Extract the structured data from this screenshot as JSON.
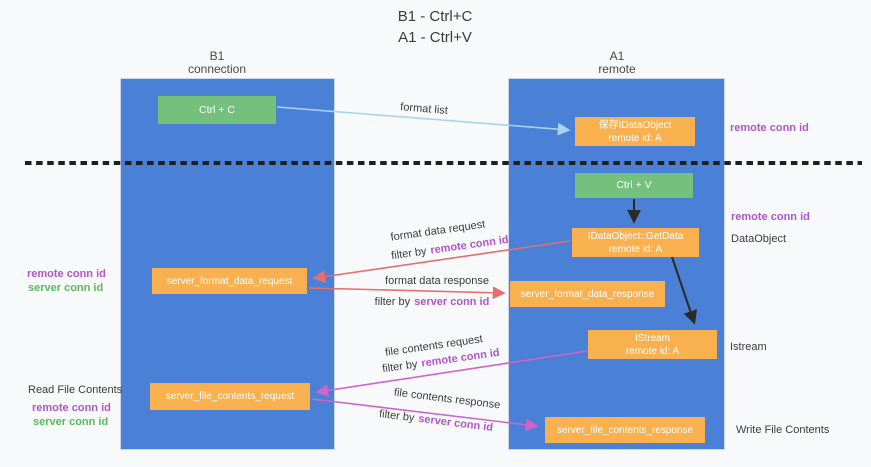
{
  "title": {
    "lines": [
      "B1 - Ctrl+C",
      "A1 - Ctrl+V"
    ]
  },
  "lanes": {
    "left": {
      "name": "B1",
      "subtitle": "connection"
    },
    "right": {
      "name": "A1",
      "subtitle": "remote"
    }
  },
  "nodes": {
    "ctrl_c": {
      "label": "Ctrl + C"
    },
    "ctrl_v": {
      "label": "Ctrl + V"
    },
    "save_idataobject": {
      "line1": "保存IDataObject",
      "line2": "remote id: A"
    },
    "getdata": {
      "line1": "IDataObject::GetData",
      "line2": "remote id: A"
    },
    "istream": {
      "line1": "IStream",
      "line2": "remote id: A"
    },
    "server_format_data_request": {
      "label": "server_format_data_request"
    },
    "server_format_data_response": {
      "label": "server_format_data_response"
    },
    "server_file_contents_request": {
      "label": "server_file_contents_request"
    },
    "server_file_contents_response": {
      "label": "server_file_contents_response"
    }
  },
  "edges": {
    "format_list": {
      "label": "format list"
    },
    "format_data_request": {
      "label": "format data request",
      "filter_prefix": "filter by",
      "filter_key": "remote conn id"
    },
    "format_data_response": {
      "label": "format data response",
      "filter_prefix": "filter by",
      "filter_key": "server conn id"
    },
    "file_contents_request": {
      "label": "file contents request",
      "filter_prefix": "filter by",
      "filter_key": "remote conn id"
    },
    "file_contents_response": {
      "label": "file contents response",
      "filter_prefix": "filter by",
      "filter_key": "server conn id"
    }
  },
  "annotations": {
    "right_remote_conn_top": "remote conn id",
    "right_remote_conn_mid": "remote conn id",
    "dataobject": "DataObject",
    "istream": "Istream",
    "write_file_contents": "Write File Contents",
    "left_remote_conn_top": "remote conn id",
    "left_server_conn_top": "server conn id",
    "read_file_contents": "Read File Contents",
    "left_remote_conn_bottom": "remote conn id",
    "left_server_conn_bottom": "server conn id"
  },
  "colors": {
    "background": "#f8f9fa",
    "lane_blue": "#4a80d6",
    "node_green": "#75c07c",
    "node_orange": "#f9b04f",
    "arrow_blue": "#a9d3f1",
    "arrow_red": "#e86d6d",
    "arrow_magenta": "#cf64c8",
    "arrow_black": "#2b2b2b",
    "text_purple": "#b056c8",
    "text_green": "#5cb85c",
    "text_dark": "#3c3c3c"
  }
}
